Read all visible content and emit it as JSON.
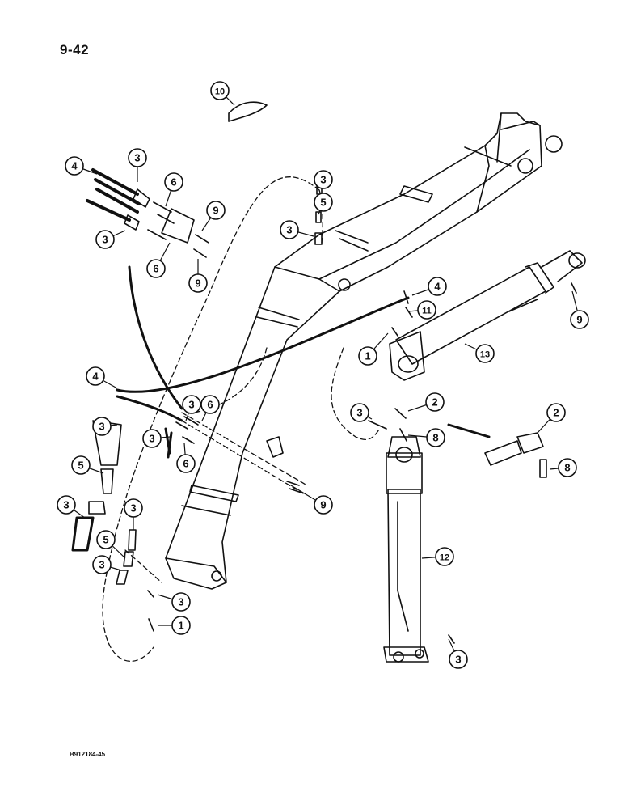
{
  "page": {
    "number": "9-42",
    "figure_id": "B912184-45"
  },
  "parts": [
    "3",
    "4",
    "6",
    "3",
    "9",
    "6",
    "9",
    "10",
    "3",
    "5",
    "3",
    "4",
    "11",
    "1",
    "13",
    "9",
    "4",
    "3",
    "6",
    "3",
    "3",
    "6",
    "9",
    "3",
    "2",
    "8",
    "2",
    "5",
    "8",
    "3",
    "3",
    "3",
    "5",
    "12",
    "3",
    "1",
    "3",
    "9"
  ]
}
